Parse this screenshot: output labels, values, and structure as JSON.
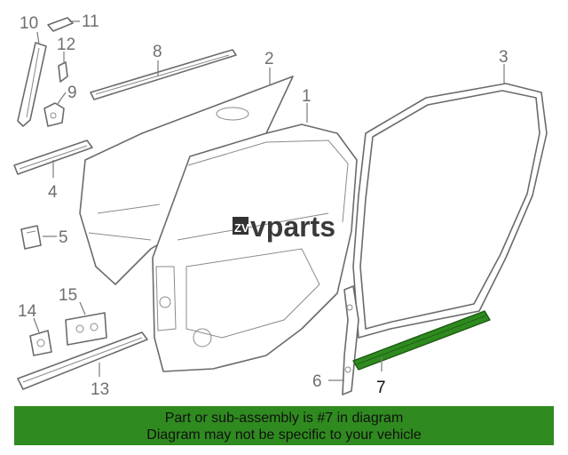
{
  "watermark": {
    "brand_mark": "ZV",
    "brand_text": "vparts"
  },
  "callouts": {
    "c1": "1",
    "c2": "2",
    "c3": "3",
    "c4": "4",
    "c5": "5",
    "c6": "6",
    "c7": "7",
    "c8": "8",
    "c9": "9",
    "c10": "10",
    "c11": "11",
    "c12": "12",
    "c13": "13",
    "c14": "14",
    "c15": "15"
  },
  "highlight": {
    "part_number": "7",
    "color": "#2f8a1f"
  },
  "banner": {
    "line1": "Part or sub-assembly is #7 in diagram",
    "line2": "Diagram may not be specific to your vehicle",
    "background": "#2f8a1f"
  }
}
